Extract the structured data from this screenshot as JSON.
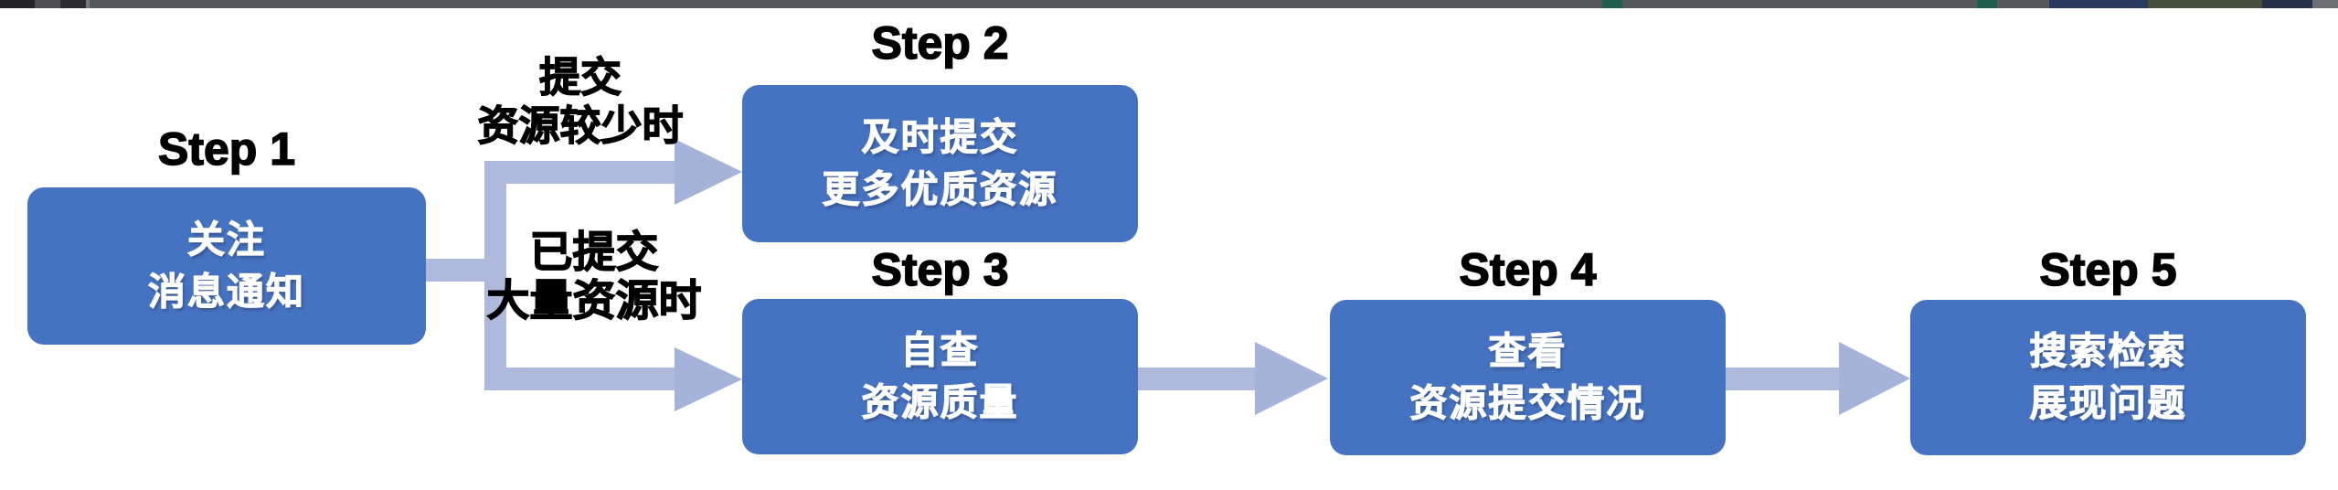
{
  "colors": {
    "background": "#ffffff",
    "top_strip": "#57585a",
    "box_fill": "#4673c1",
    "box_text": "#ffffff",
    "connector": "#aeb9db",
    "arrowhead": "#a6b3d8",
    "title_text": "#000000",
    "label_text": "#000000"
  },
  "steps": [
    {
      "title": "Step 1",
      "lines": [
        "关注",
        "消息通知"
      ]
    },
    {
      "title": "Step 2",
      "lines": [
        "及时提交",
        "更多优质资源"
      ]
    },
    {
      "title": "Step 3",
      "lines": [
        "自查",
        "资源质量"
      ]
    },
    {
      "title": "Step 4",
      "lines": [
        "查看",
        "资源提交情况"
      ]
    },
    {
      "title": "Step 5",
      "lines": [
        "搜索检索",
        "展现问题"
      ]
    }
  ],
  "branch_labels": [
    {
      "position": "upper",
      "lines": [
        "提交",
        "资源较少时"
      ]
    },
    {
      "position": "lower",
      "lines": [
        "已提交",
        "大量资源时"
      ]
    }
  ]
}
